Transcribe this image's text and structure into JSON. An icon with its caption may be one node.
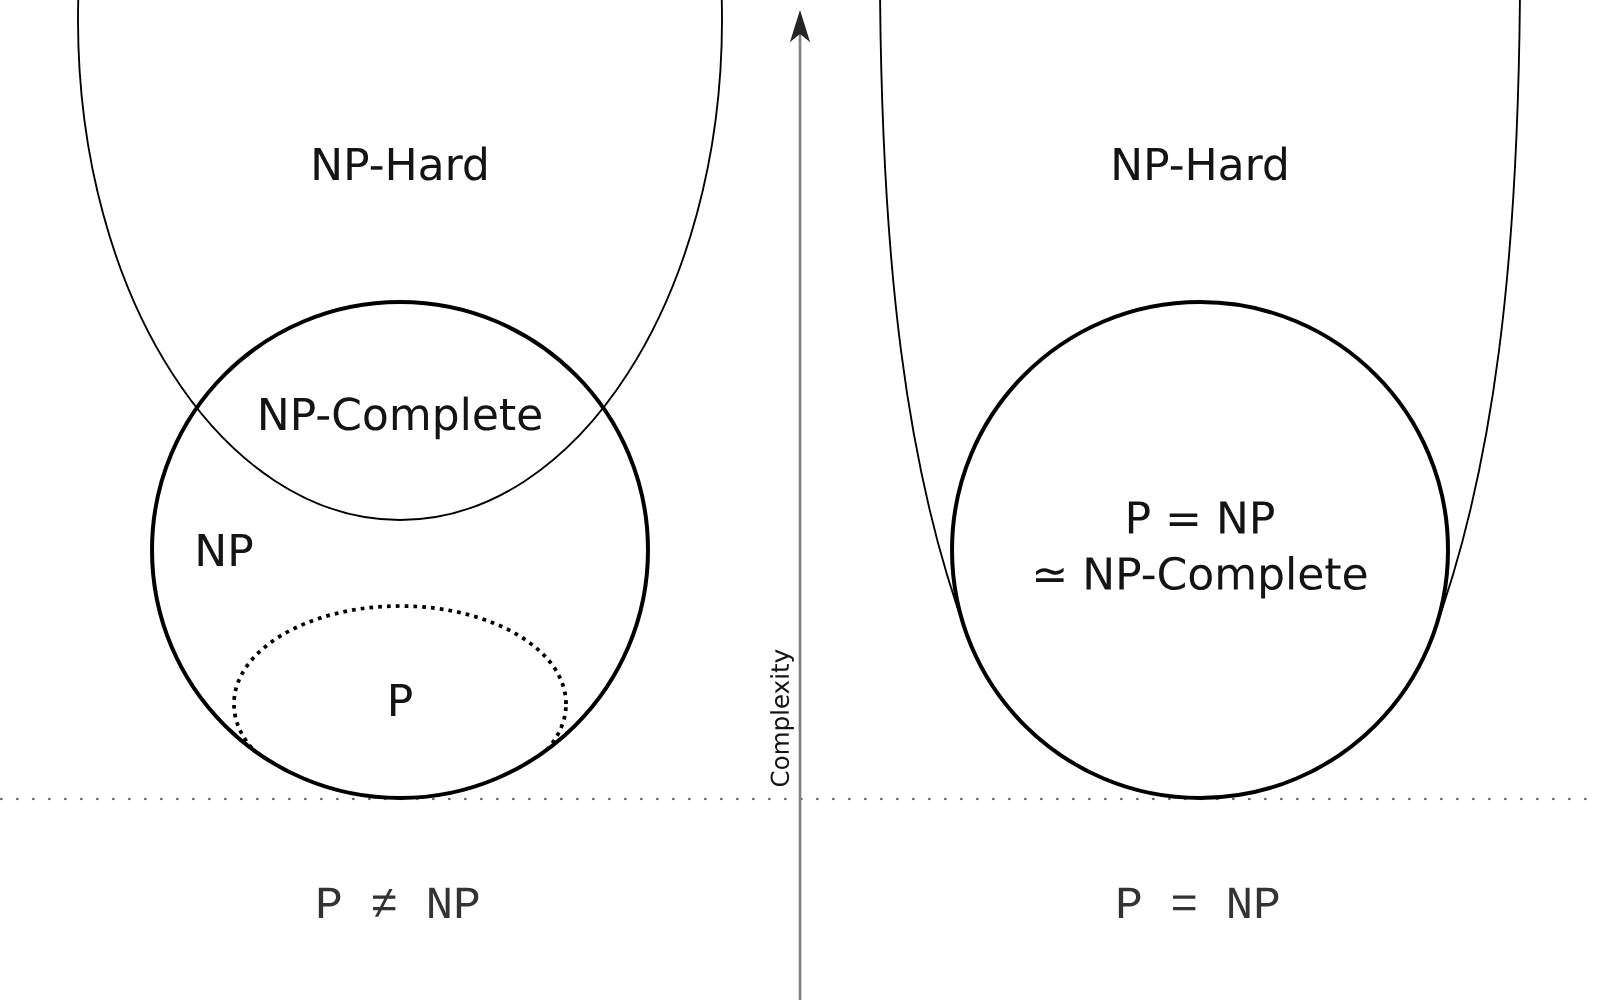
{
  "diagram": {
    "nodes": [
      {
        "text": [
          "NP-Hard"
        ]
      },
      {
        "text": [
          "NP"
        ]
      },
      {
        "text": [
          "P"
        ],
        "in": 1
      },
      {
        "text": [
          "NP-Hard"
        ]
      },
      {
        "text": [
          "P = NP",
          "≃ NP-Complete"
        ],
        "in": 3
      }
    ],
    "labels": [
      "NP-Complete",
      "Complexity",
      "P ≠ NP",
      "P = NP"
    ]
  }
}
